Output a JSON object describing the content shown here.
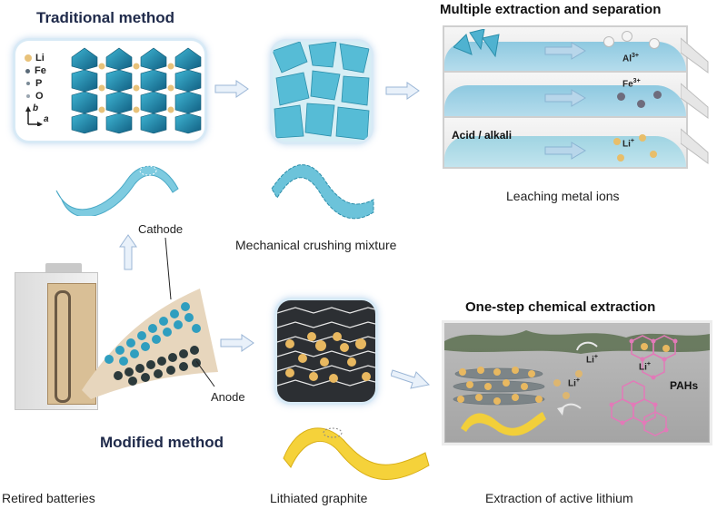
{
  "top": {
    "traditional_title": "Traditional method",
    "legend": [
      {
        "symbol": "Li",
        "color": "#e8c27a"
      },
      {
        "symbol": "Fe",
        "color": "#5a6a78"
      },
      {
        "symbol": "P",
        "color": "#7a8a96"
      },
      {
        "symbol": "O",
        "color": "#9aa6b0"
      }
    ],
    "axes": {
      "b": "b",
      "a": "a"
    },
    "crushing_caption": "Mechanical crushing mixture",
    "separation_title": "Multiple extraction and separation",
    "ions": [
      {
        "name": "Al",
        "charge": "3+",
        "color": "#f2f2f2"
      },
      {
        "name": "Fe",
        "charge": "3+",
        "color": "#6e6c7c"
      },
      {
        "name": "Li",
        "charge": "+",
        "color": "#e8be6a"
      }
    ],
    "acid_label": "Acid / alkali",
    "leaching_caption": "Leaching metal ions"
  },
  "bottom": {
    "cathode_label": "Cathode",
    "anode_label": "Anode",
    "modified_title": "Modified method",
    "retired_caption": "Retired batteries",
    "graphite_caption": "Lithiated graphite",
    "extraction_title": "One-step chemical extraction",
    "li_ion_1": "Li",
    "li_ion_2": "Li",
    "li_ion_3": "Li",
    "li_charge": "+",
    "pahs_label": "PAHs",
    "extraction_caption": "Extraction of active lithium"
  },
  "colors": {
    "cathode_blue": "#3aa8c8",
    "crystal_teal": "#1c7fa6",
    "graphite_yellow": "#f2cf3a",
    "lithium_gold": "#e8b860",
    "pah_pink": "#e27ab8",
    "title_navy": "#1f2a4a"
  }
}
